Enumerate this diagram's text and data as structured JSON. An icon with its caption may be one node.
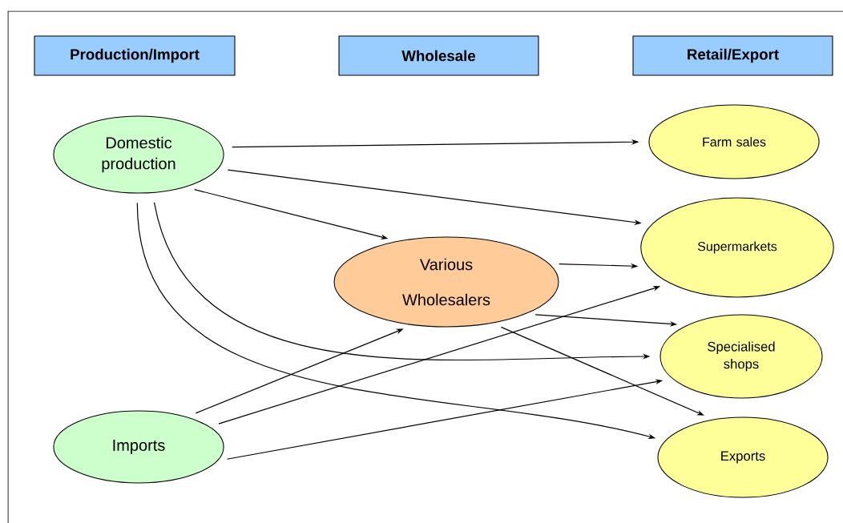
{
  "diagram": {
    "nodes": [
      {
        "text": [
          "Production/Import"
        ]
      },
      {
        "text": [
          "Wholesale"
        ]
      },
      {
        "text": [
          "Retail/Export"
        ]
      },
      {
        "text": [
          "Domestic production"
        ]
      },
      {
        "text": [
          "Various Wholesalers"
        ]
      },
      {
        "text": [
          "Imports"
        ]
      },
      {
        "text": [
          "Farm sales"
        ]
      },
      {
        "text": [
          "Supermarkets"
        ]
      },
      {
        "text": [
          "Specialised shops"
        ]
      },
      {
        "text": [
          "Exports"
        ]
      }
    ],
    "edges": [
      {
        "from": 3,
        "to": 6,
        "arrow": "to"
      },
      {
        "from": 3,
        "to": 7,
        "arrow": "to"
      },
      {
        "from": 3,
        "to": 4,
        "arrow": "to"
      },
      {
        "from": 3,
        "to": 8,
        "arrow": "to"
      },
      {
        "from": 3,
        "to": 9,
        "arrow": "to"
      },
      {
        "from": 4,
        "to": 7,
        "arrow": "to"
      },
      {
        "from": 4,
        "to": 8,
        "arrow": "to"
      },
      {
        "from": 4,
        "to": 9,
        "arrow": "to"
      },
      {
        "from": 5,
        "to": 4,
        "arrow": "to"
      },
      {
        "from": 5,
        "to": 7,
        "arrow": "to"
      },
      {
        "from": 5,
        "to": 8,
        "arrow": "to"
      }
    ]
  }
}
